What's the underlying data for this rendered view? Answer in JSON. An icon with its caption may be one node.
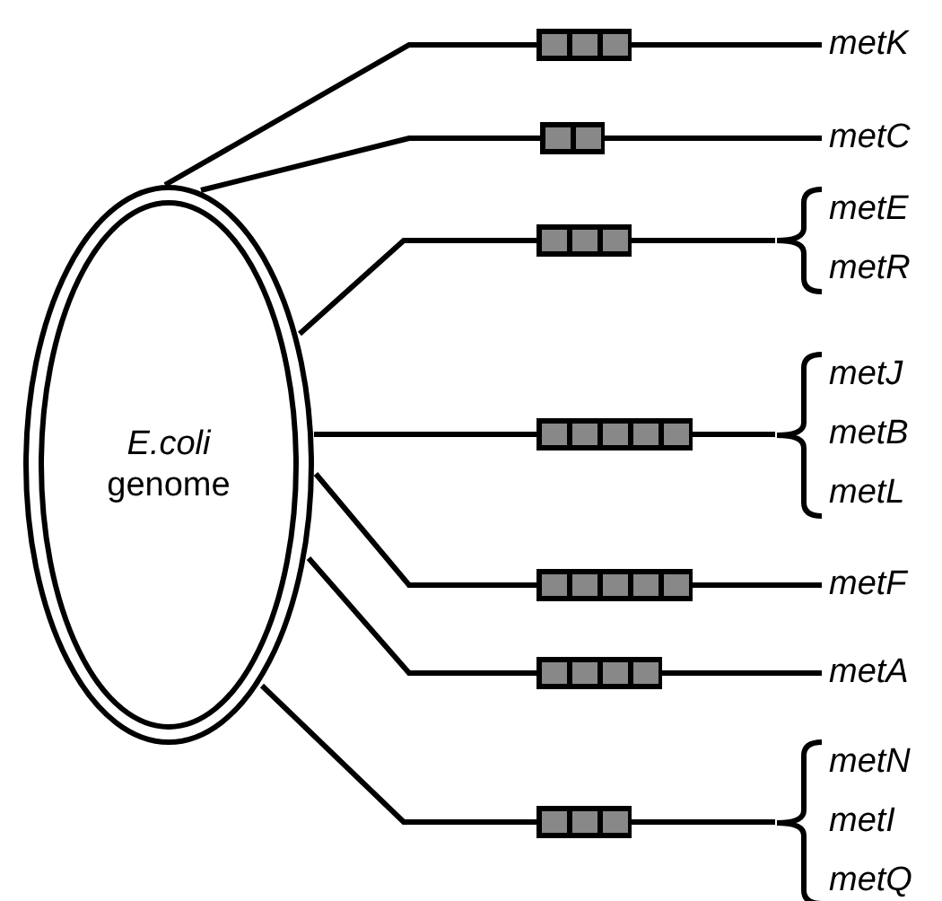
{
  "diagram": {
    "nodes": [
      {
        "text": [
          "*E.coli* genome"
        ]
      },
      {
        "text": [],
        "shape": "bar"
      },
      {
        "text": [
          "metK"
        ]
      },
      {
        "text": [],
        "shape": "bar"
      },
      {
        "text": [
          "metC"
        ]
      },
      {
        "text": [],
        "shape": "bar"
      },
      {
        "text": [
          "metE",
          "metR"
        ]
      },
      {
        "text": [],
        "shape": "bar"
      },
      {
        "text": [
          "metJ",
          "metB",
          "metL"
        ]
      },
      {
        "text": [],
        "shape": "bar"
      },
      {
        "text": [
          "metF"
        ]
      },
      {
        "text": [],
        "shape": "bar"
      },
      {
        "text": [
          "metA"
        ]
      },
      {
        "text": [],
        "shape": "bar"
      },
      {
        "text": [
          "metN",
          "metI",
          "metQ"
        ]
      }
    ],
    "edges": [
      {
        "from": 0,
        "to": 1,
        "arrow": "none"
      },
      {
        "from": 1,
        "to": 2,
        "arrow": "none"
      },
      {
        "from": 0,
        "to": 3,
        "arrow": "none"
      },
      {
        "from": 3,
        "to": 4,
        "arrow": "none"
      },
      {
        "from": 0,
        "to": 5,
        "arrow": "none"
      },
      {
        "from": 5,
        "to": 6,
        "arrow": "none"
      },
      {
        "from": 0,
        "to": 7,
        "arrow": "none"
      },
      {
        "from": 7,
        "to": 8,
        "arrow": "none"
      },
      {
        "from": 0,
        "to": 9,
        "arrow": "none"
      },
      {
        "from": 9,
        "to": 10,
        "arrow": "none"
      },
      {
        "from": 0,
        "to": 11,
        "arrow": "none"
      },
      {
        "from": 11,
        "to": 12,
        "arrow": "none"
      },
      {
        "from": 0,
        "to": 13,
        "arrow": "none"
      },
      {
        "from": 13,
        "to": 14,
        "arrow": "none"
      }
    ]
  }
}
